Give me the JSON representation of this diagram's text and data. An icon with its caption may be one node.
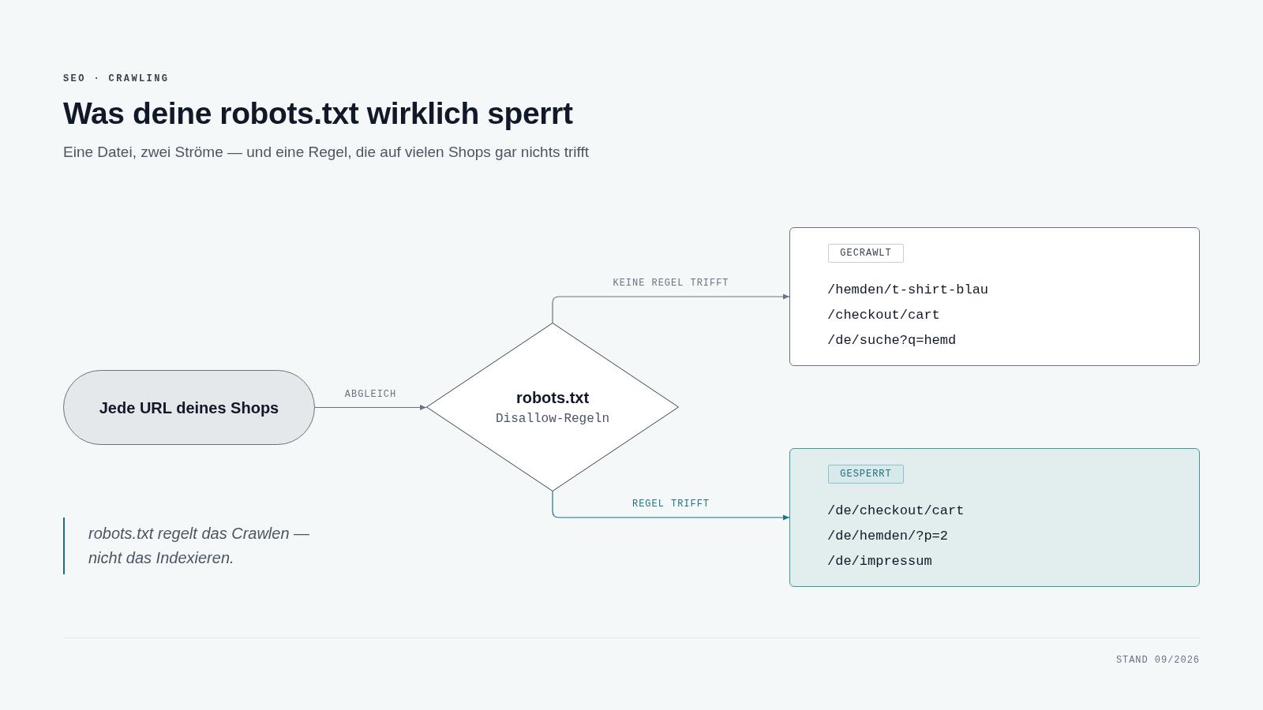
{
  "diagram": {
    "title": "Was deine robots.txt wirklich sperrt",
    "nodes": [
      {
        "text": [
          "Jede URL deines Shops"
        ]
      },
      {
        "text": [
          "robots.txt",
          "Disallow-Regeln"
        ]
      },
      {
        "text": [
          "/hemden/t-shirt-blau",
          "/checkout/cart",
          "/de/suche?q=hemd"
        ]
      },
      {
        "text": [
          "GECRAWLT"
        ],
        "in": 2
      },
      {
        "text": [
          "/de/checkout/cart",
          "/de/hemden/?p=2",
          "/de/impressum"
        ]
      },
      {
        "text": [
          "GESPERRT"
        ],
        "in": 4
      }
    ],
    "edges": [
      {
        "from": 0,
        "to": 1,
        "arrow": "to",
        "label": "ABGLEICH"
      },
      {
        "from": 1,
        "to": 2,
        "arrow": "to",
        "label": "KEINE REGEL TRIFFT"
      },
      {
        "from": 1,
        "to": 4,
        "arrow": "to",
        "label": "REGEL TRIFFT",
        "color": "#1b7684"
      }
    ],
    "labels": [
      "SEO · CRAWLING",
      "Eine Datei, zwei Ströme — und eine Regel, die auf vielen Shops gar nichts trifft",
      "robots.txt regelt das Crawlen — nicht das Indexieren.",
      "STAND 09/2026"
    ]
  }
}
